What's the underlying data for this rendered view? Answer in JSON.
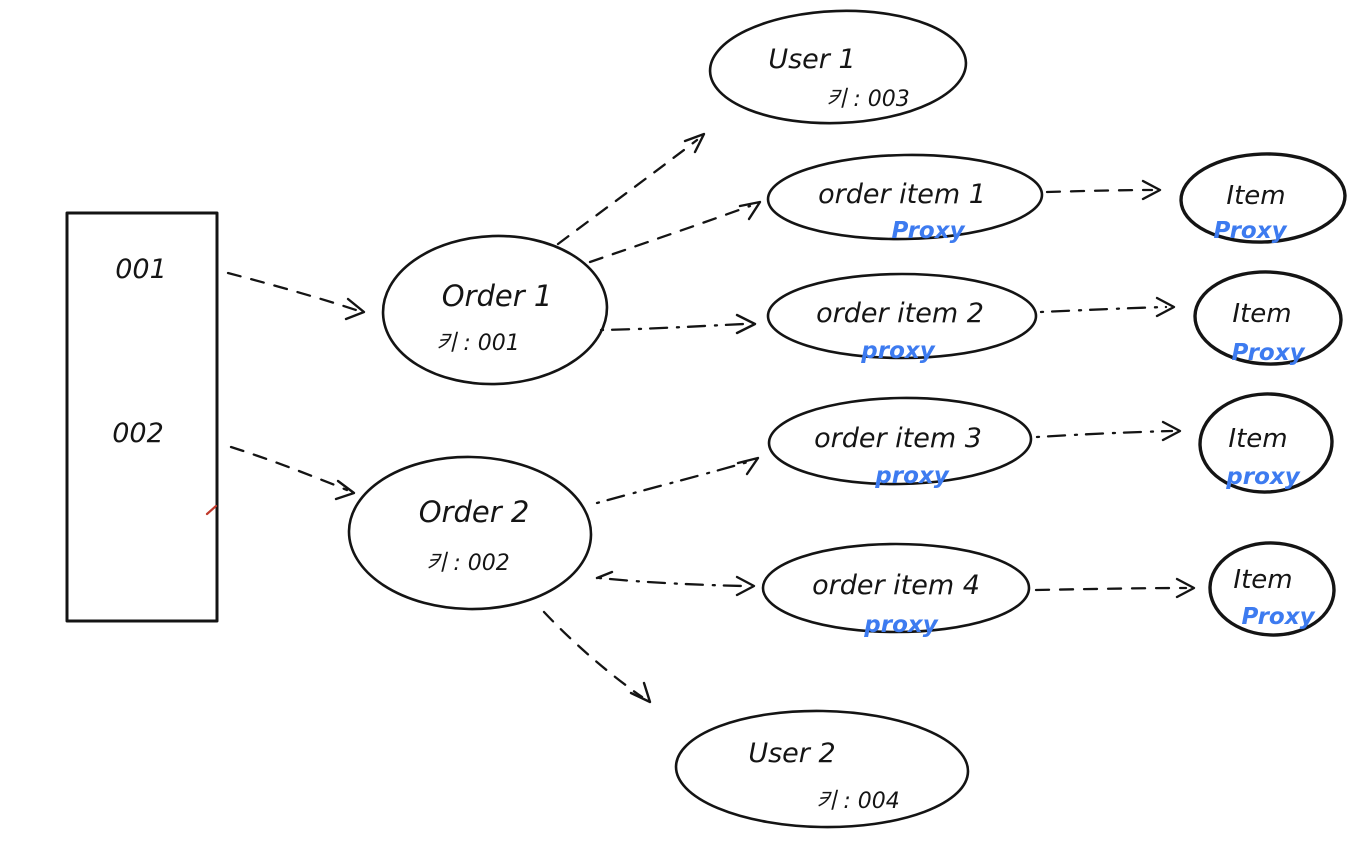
{
  "diagram": {
    "type": "hand-drawn-sketch",
    "description": "Hand-drawn object diagram: a list box of order keys pointing to Order objects, which point to User objects and order-item proxies, which point to Item proxies",
    "colors": {
      "ink": "#141414",
      "proxy_blue": "#3d7bf0",
      "background": "#ffffff",
      "red_tick": "#c0392b"
    },
    "list_box": {
      "values": [
        "001",
        "002"
      ]
    },
    "nodes": {
      "order1": {
        "label": "Order 1",
        "sublabel": "키 : 001"
      },
      "order2": {
        "label": "Order 2",
        "sublabel": "키 : 002"
      },
      "user1": {
        "label": "User 1",
        "sublabel": "키 : 003"
      },
      "user2": {
        "label": "User 2",
        "sublabel": "키 : 004"
      },
      "order_item1": {
        "label": "order item 1",
        "sublabel": "Proxy"
      },
      "order_item2": {
        "label": "order item 2",
        "sublabel": "proxy"
      },
      "order_item3": {
        "label": "order item 3",
        "sublabel": "proxy"
      },
      "order_item4": {
        "label": "order item 4",
        "sublabel": "proxy"
      },
      "item1": {
        "label": "Item",
        "sublabel": "Proxy"
      },
      "item2": {
        "label": "Item",
        "sublabel": "Proxy"
      },
      "item3": {
        "label": "Item",
        "sublabel": "proxy"
      },
      "item4": {
        "label": "Item",
        "sublabel": "Proxy"
      }
    },
    "edges": [
      {
        "from": "list box 001",
        "to": "Order 1",
        "style": "dashed"
      },
      {
        "from": "list box 002",
        "to": "Order 2",
        "style": "dashed"
      },
      {
        "from": "Order 1",
        "to": "User 1",
        "style": "dashed"
      },
      {
        "from": "Order 1",
        "to": "order item 1",
        "style": "dashed"
      },
      {
        "from": "Order 1",
        "to": "order item 2",
        "style": "dash-dot"
      },
      {
        "from": "Order 2",
        "to": "order item 3",
        "style": "dash-dot"
      },
      {
        "from": "Order 2",
        "to": "order item 4",
        "style": "dash-dot"
      },
      {
        "from": "Order 2",
        "to": "User 2",
        "style": "dashed"
      },
      {
        "from": "order item 1",
        "to": "Item (top)",
        "style": "dashed"
      },
      {
        "from": "order item 2",
        "to": "Item (second)",
        "style": "dash-dot"
      },
      {
        "from": "order item 3",
        "to": "Item (third)",
        "style": "dash-dot"
      },
      {
        "from": "order item 4",
        "to": "Item (bottom)",
        "style": "dashed"
      }
    ]
  }
}
